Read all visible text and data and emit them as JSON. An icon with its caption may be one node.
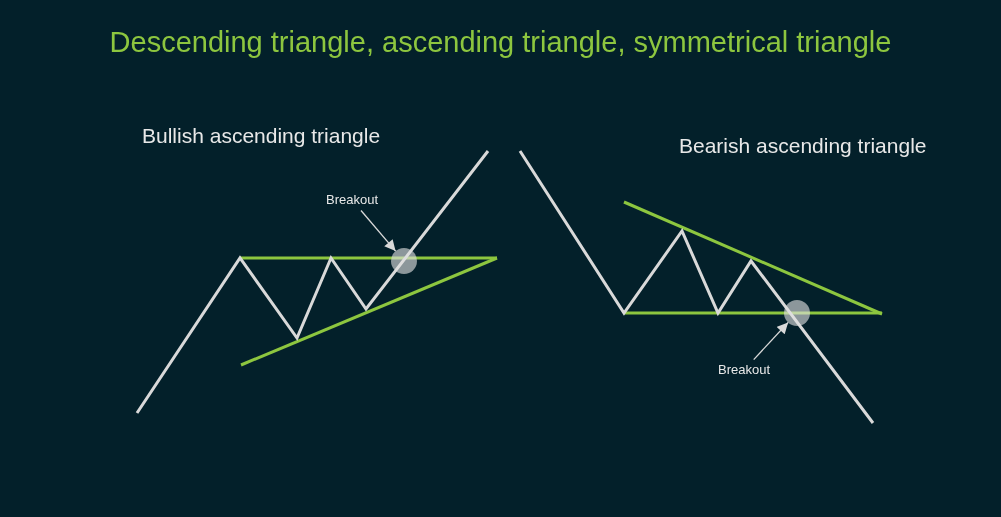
{
  "diagram": {
    "title": "Descending triangle, ascending triangle, symmetrical triangle",
    "nodes": [
      {
        "text": [
          "Breakout"
        ]
      },
      {
        "text": [],
        "shape": "circle"
      },
      {
        "text": [
          "Breakout"
        ]
      },
      {
        "text": [],
        "shape": "circle"
      }
    ],
    "edges": [
      {
        "from": 0,
        "to": 1,
        "arrow": "to"
      },
      {
        "from": 2,
        "to": 3,
        "arrow": "to"
      }
    ],
    "labels": [
      "Bullish ascending triangle",
      "Bearish ascending triangle"
    ]
  }
}
